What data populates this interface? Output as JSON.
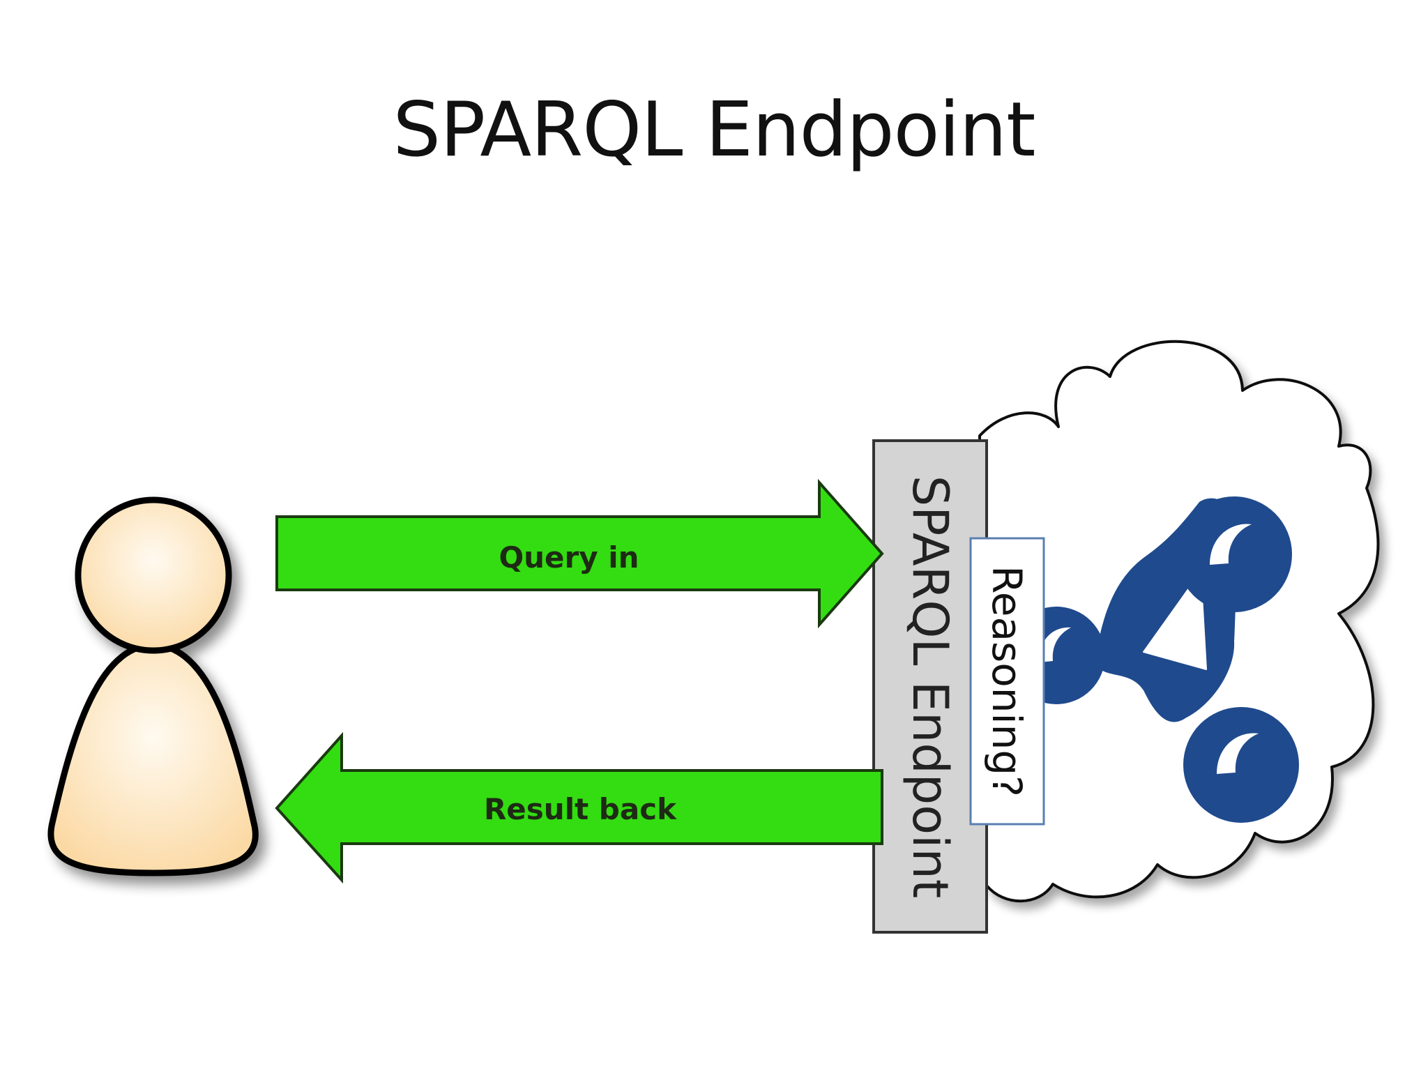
{
  "slide": {
    "title": "SPARQL Endpoint"
  },
  "diagram": {
    "query_arrow_label": "Query in",
    "result_arrow_label": "Result back",
    "endpoint_box_label": "SPARQL Endpoint",
    "reasoning_box_label": "Reasoning?",
    "icons": {
      "user": "user-icon",
      "data_cloud": "cloud-icon",
      "graph_logo": "rdf-graph-icon"
    },
    "colors": {
      "arrow_fill": "#33dd11",
      "endpoint_box_fill": "#d4d4d4",
      "graph_logo": "#1f4a8d",
      "person_fill": "#fde3b8"
    }
  }
}
